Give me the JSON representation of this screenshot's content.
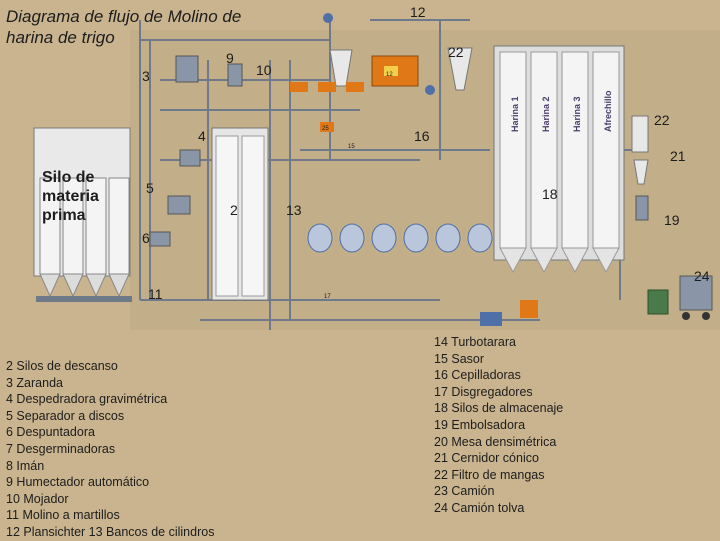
{
  "title": "Diagrama de flujo de Molino de harina de trigo",
  "silo_label": "Silo de materia prima",
  "callouts": [
    "12",
    "22",
    "9",
    "10",
    "3",
    "22",
    "4",
    "16",
    "21",
    "5",
    "18",
    "2",
    "13",
    "19",
    "6",
    "24",
    "11"
  ],
  "silo_tags": [
    "Harina 1",
    "Harina 2",
    "Harina 3",
    "Afrechillo"
  ],
  "device_tags": [
    "12",
    "25",
    "15",
    "17"
  ],
  "legend_left": [
    "2 Silos de descanso",
    "3 Zaranda",
    "4 Despedradora gravimétrica",
    "5 Separador a discos",
    "6 Despuntadora",
    "7 Desgerminadoras",
    "8 Imán",
    "9 Humectador automático",
    "10 Mojador",
    "11 Molino a martillos",
    "12 Plansichter 13 Bancos de cilindros"
  ],
  "legend_right": [
    "14 Turbotarara",
    "15 Sasor",
    "16 Cepilladoras",
    "17 Disgregadores",
    "18 Silos de almacenaje",
    "19 Embolsadora",
    "20 Mesa densimétrica",
    "21 Cernidor cónico",
    "22 Filtro de mangas",
    "23 Camión",
    "24 Camión tolva"
  ],
  "colors": {
    "background": "#c9b48f",
    "pipe": "#6e7a8a",
    "silo": "#f2f2f2",
    "machine": "#4f6fa8",
    "accent": "#e07818"
  }
}
